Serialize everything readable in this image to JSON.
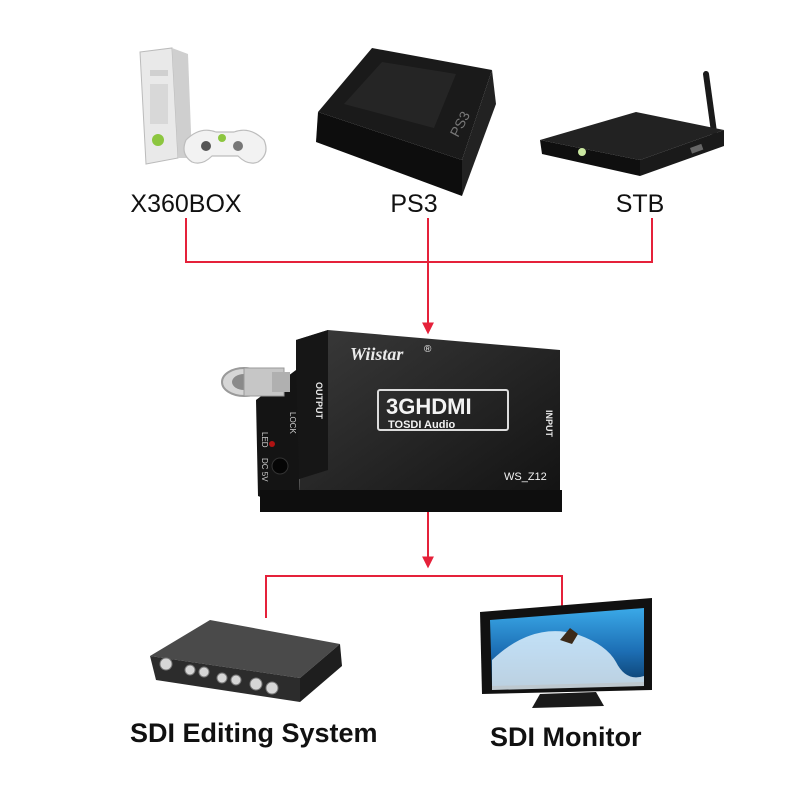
{
  "sources": [
    {
      "label": "X360BOX",
      "icon": "xbox-console-icon"
    },
    {
      "label": "PS3",
      "icon": "ps3-console-icon"
    },
    {
      "label": "STB",
      "icon": "set-top-box-icon"
    }
  ],
  "converter": {
    "brand": "Wiistar",
    "registered_mark": "®",
    "model_big": "3GHDMI",
    "model_sub": "TOSDI Audio",
    "model_id": "WS_Z12",
    "port_output": "OUTPUT",
    "port_input": "INPUT",
    "port_lock": "LOCK",
    "port_led": "LED",
    "port_dc": "DC 5V"
  },
  "destinations": [
    {
      "label": "SDI Editing System",
      "icon": "sdi-editing-system-icon"
    },
    {
      "label": "SDI Monitor",
      "icon": "sdi-monitor-icon"
    }
  ],
  "colors": {
    "line": "#e5213a",
    "device": "#1b1b1b",
    "label": "#111111"
  }
}
